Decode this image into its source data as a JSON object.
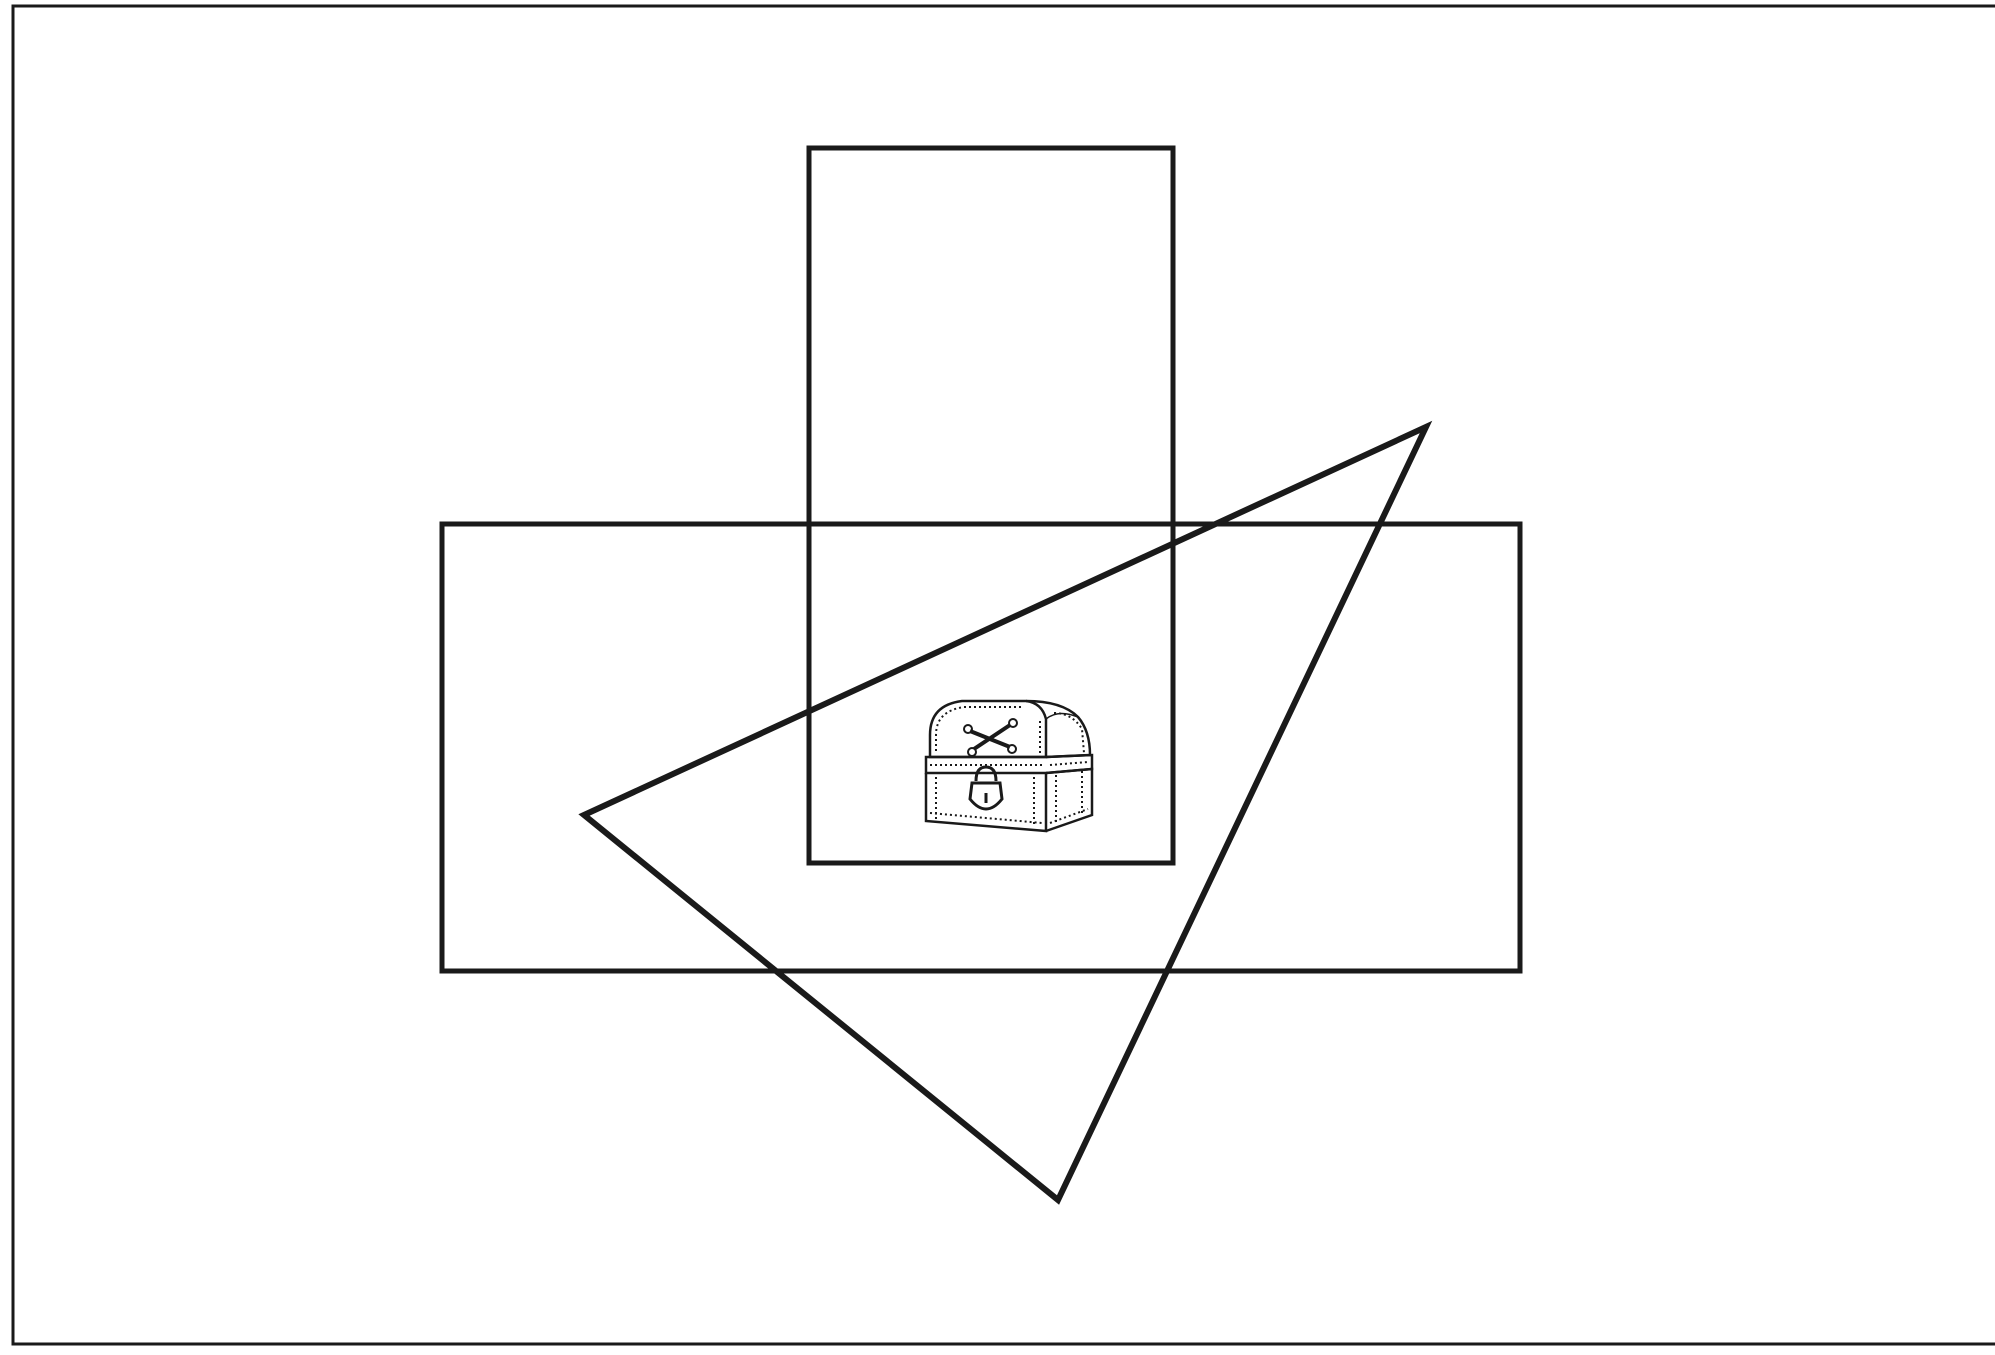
{
  "diagram": {
    "shapes": [
      "frame",
      "tall-rectangle",
      "wide-rectangle",
      "triangle"
    ],
    "icon": "treasure-chest-icon",
    "colors": {
      "stroke": "#1a1a1a",
      "background": "#ffffff"
    }
  }
}
